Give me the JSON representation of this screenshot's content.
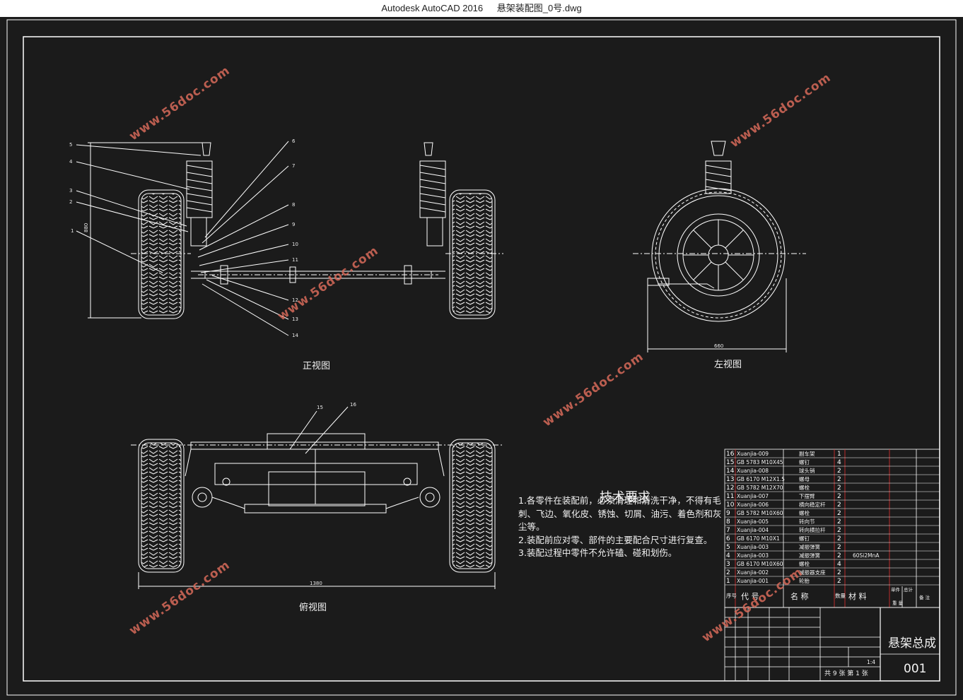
{
  "window": {
    "app_title": "Autodesk AutoCAD 2016",
    "file_name": "悬架装配图_0号.dwg"
  },
  "views": {
    "front": "正视图",
    "left": "左视图",
    "top": "俯视图"
  },
  "callouts_front": [
    "5",
    "4",
    "3",
    "2",
    "1",
    "6",
    "7",
    "8",
    "9",
    "10",
    "11",
    "12",
    "13",
    "14"
  ],
  "callouts_top": [
    "15",
    "16"
  ],
  "dimensions": {
    "front_height": "880",
    "left_width": "660",
    "top_width": "1380"
  },
  "tech_requirements": {
    "title": "技术要求",
    "lines": [
      "1.各零件在装配前，必须清理和清洗干净，不得有毛刺、飞边、氧化皮、锈蚀、切屑、油污、着色剂和灰尘等。",
      "2.装配前应对零、部件的主要配合尺寸进行复查。",
      "3.装配过程中零件不允许磕、碰和划伤。"
    ]
  },
  "bom": {
    "rows": [
      {
        "no": "16",
        "code": "Xuanjia-009",
        "name": "副车架",
        "qty": "1",
        "material": ""
      },
      {
        "no": "15",
        "code": "GB 5783 M10X45",
        "name": "螺钉",
        "qty": "4",
        "material": ""
      },
      {
        "no": "14",
        "code": "Xuanjia-008",
        "name": "球头销",
        "qty": "2",
        "material": ""
      },
      {
        "no": "13",
        "code": "GB 6170 M12X1.5",
        "name": "螺母",
        "qty": "2",
        "material": ""
      },
      {
        "no": "12",
        "code": "GB 5782 M12X70",
        "name": "螺栓",
        "qty": "2",
        "material": ""
      },
      {
        "no": "11",
        "code": "Xuanjia-007",
        "name": "下摆臂",
        "qty": "2",
        "material": ""
      },
      {
        "no": "10",
        "code": "Xuanjia-006",
        "name": "横向稳定杆",
        "qty": "2",
        "material": ""
      },
      {
        "no": "9",
        "code": "GB 5782 M10X60",
        "name": "螺栓",
        "qty": "2",
        "material": ""
      },
      {
        "no": "8",
        "code": "Xuanjia-005",
        "name": "转向节",
        "qty": "2",
        "material": ""
      },
      {
        "no": "7",
        "code": "Xuanjia-004",
        "name": "转向横拉杆",
        "qty": "2",
        "material": ""
      },
      {
        "no": "6",
        "code": "GB 6170 M10X1",
        "name": "螺钉",
        "qty": "2",
        "material": ""
      },
      {
        "no": "5",
        "code": "Xuanjia-003",
        "name": "减振弹簧",
        "qty": "2",
        "material": ""
      },
      {
        "no": "4",
        "code": "Xuanjia-003",
        "name": "减振弹簧",
        "qty": "2",
        "material": "60Si2MnA"
      },
      {
        "no": "3",
        "code": "GB 6170 M10X60",
        "name": "螺栓",
        "qty": "4",
        "material": ""
      },
      {
        "no": "2",
        "code": "Xuanjia-002",
        "name": "减振器支座",
        "qty": "2",
        "material": ""
      },
      {
        "no": "1",
        "code": "Xuanjia-001",
        "name": "轮胎",
        "qty": "2",
        "material": ""
      }
    ],
    "header": {
      "seq": "序号",
      "code": "代  号",
      "name": "名  称",
      "qty": "数量",
      "material": "材  料",
      "unit": "单件",
      "total": "总计",
      "weight": "重  量",
      "remarks": "备  注"
    }
  },
  "title_block": {
    "drawing_name": "悬架总成",
    "drawing_no": "001",
    "scale": "1:4",
    "sheets": "共 9 张  第 1 张"
  },
  "watermark": "www.56doc.com",
  "colors": {
    "background": "#1b1b1b",
    "lines": "#ffffff",
    "bom_red": "#e03030",
    "watermark": "#d86a5a"
  }
}
